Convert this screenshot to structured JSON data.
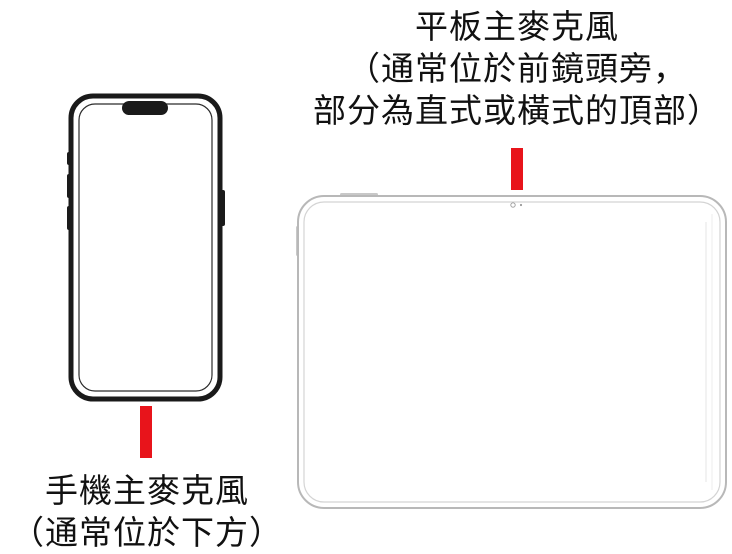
{
  "tablet_label": {
    "line1": "平板主麥克風",
    "line2": "（通常位於前鏡頭旁，",
    "line3": "部分為直式或橫式的頂部）"
  },
  "phone_label": {
    "line1": "手機主麥克風",
    "line2": "（通常位於下方）"
  },
  "colors": {
    "marker": "#e8141b",
    "phone_frame": "#1a1a1a",
    "tablet_frame": "#b8b8b8"
  }
}
